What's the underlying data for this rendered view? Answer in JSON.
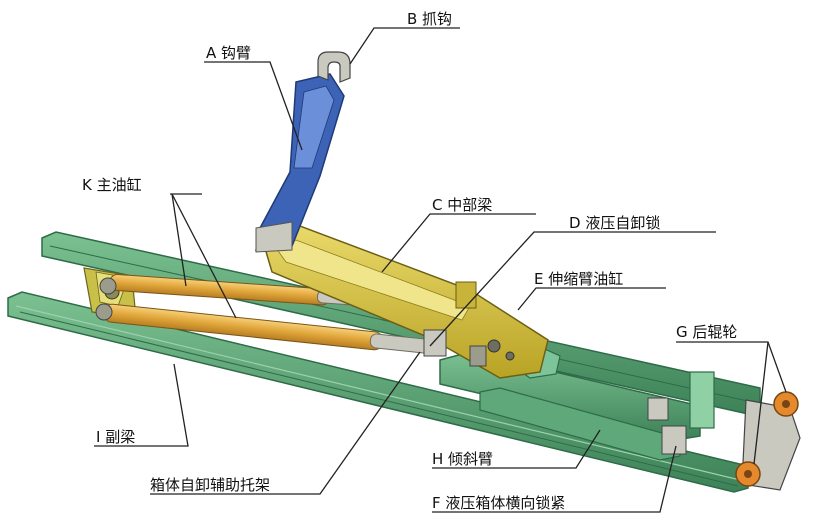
{
  "labels": {
    "a": "A 钩臂",
    "b": "B 抓钩",
    "c": "C 中部梁",
    "d": "D 液压自卸锁",
    "e": "E 伸缩臂油缸",
    "f": "F 液压箱体横向锁紧",
    "g": "G 后辊轮",
    "h": "H 倾斜臂",
    "i": "I 副梁",
    "k": "K 主油缸",
    "support": "箱体自卸辅助托架"
  },
  "colors": {
    "frame_green": "#4f9a6a",
    "frame_dark": "#2e6b48",
    "beam_yellow": "#d8c23a",
    "cylinder_orange": "#e0a63a",
    "arm_blue": "#3d63b6",
    "roller_orange": "#e58a2c",
    "steel_grey": "#9aa4a8",
    "leader_line": "#222222"
  }
}
